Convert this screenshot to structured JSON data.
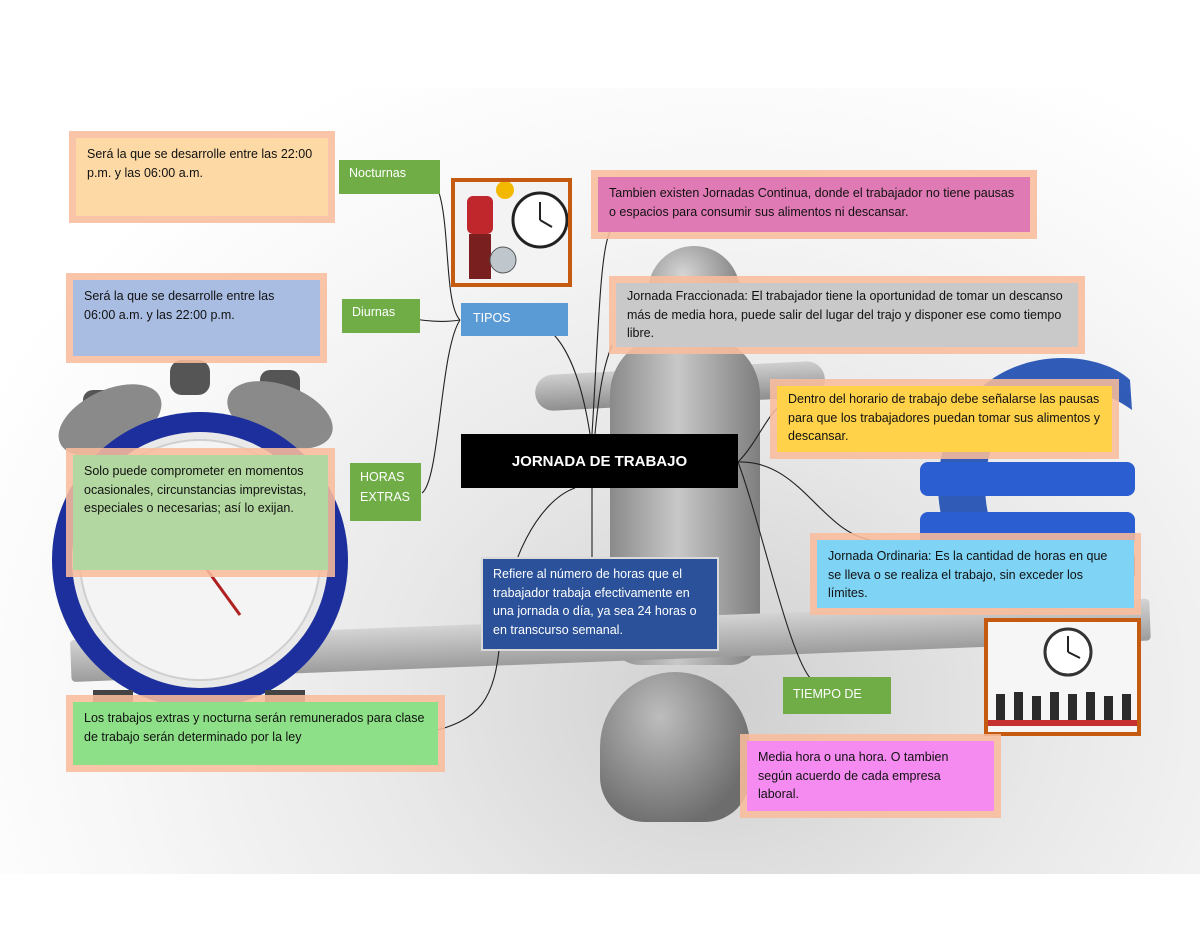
{
  "center": {
    "title": "JORNADA DE TRABAJO"
  },
  "labels": {
    "nocturnas": "Nocturnas",
    "diurnas": "Diurnas",
    "horas_extras": "HORAS EXTRAS",
    "tipos": "TIPOS",
    "tiempo_de": "TIEMPO DE"
  },
  "notes": {
    "nocturna_def": "Será la que se desarrolle entre las 22:00 p.m. y las 06:00 a.m.",
    "diurna_def": "Será la que se desarrolle entre las 06:00 a.m. y las 22:00 p.m.",
    "horas_extras_def": "Solo puede comprometer en momentos ocasionales, circunstancias imprevistas, especiales o necesarias; así lo exijan.",
    "remuneracion": "Los trabajos extras y nocturna serán remunerados para clase de trabajo serán determinado por la ley",
    "continua": "Tambien existen Jornadas Continua, donde el trabajador no tiene pausas o espacios para consumir sus alimentos ni descansar.",
    "fraccionada": "Jornada Fraccionada: El trabajador tiene la oportunidad de tomar un descanso más de media hora, puede salir del lugar del trajo y disponer ese como tiempo libre.",
    "pausas": "Dentro del horario de trabajo debe señalarse las pausas para que los trabajadores puedan tomar sus alimentos y descansar.",
    "ordinaria": "Jornada Ordinaria: Es la cantidad de horas en que se lleva o se realiza el trabajo, sin exceder los límites.",
    "definicion": "Refiere al número de horas que el trabajador trabaja efectivamente en una jornada o día, ya sea 24 horas o en transcurso semanal.",
    "tiempo_descanso": "Media hora o una hora. O tambien según acuerdo de cada empresa laboral."
  },
  "colors": {
    "peach_note": "#fdd9a6",
    "blue_note": "#a9bde3",
    "green_note": "#b3d7a0",
    "bright_green_note": "#8de087",
    "pink_note": "#e07ab5",
    "gray_note": "#c9c9c9",
    "yellow_note": "#ffd24a",
    "cyan_note": "#7fd3f5",
    "navy_note": "#2a5199",
    "magenta_note": "#f58bf0",
    "label_green": "#70ad47",
    "label_blue": "#5b9bd5",
    "frame_orange": "#c55a11"
  },
  "icons": [
    "alarm-clock-illustration",
    "euro-symbol-illustration",
    "worker-with-clock-picture",
    "office-team-with-clock-picture"
  ]
}
